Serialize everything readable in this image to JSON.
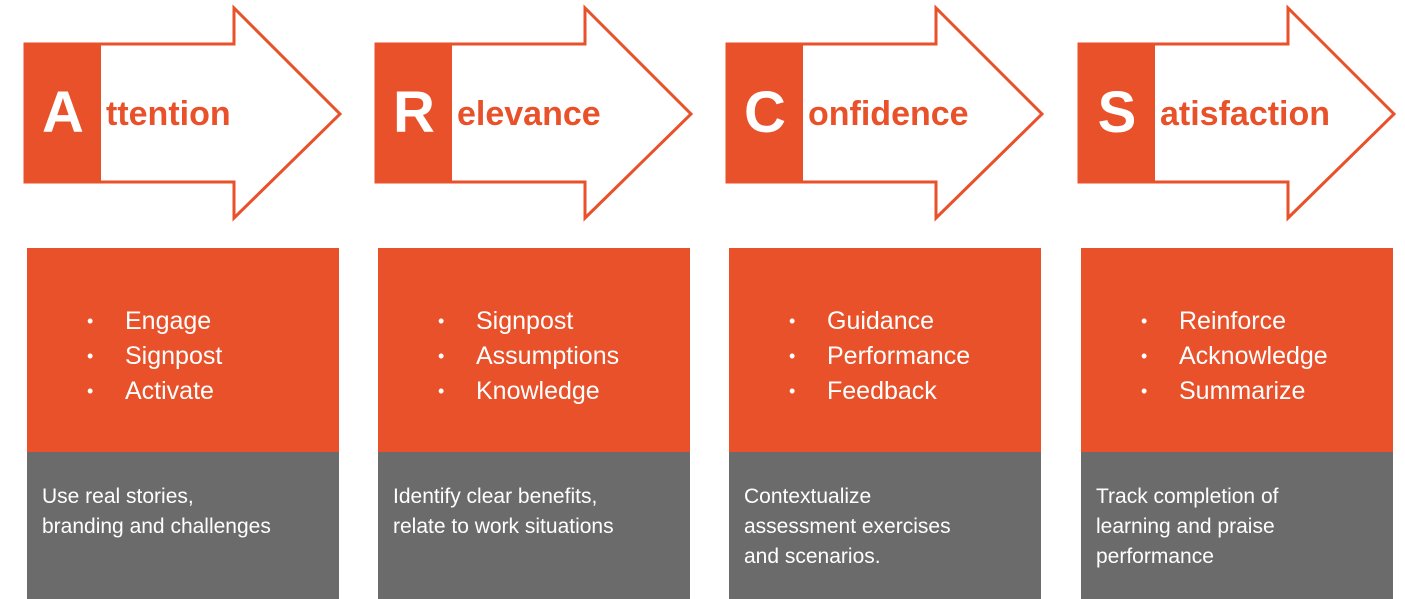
{
  "colors": {
    "accent": "#E8512A",
    "gray": "#6B6B6B",
    "background": "#FFFFFF"
  },
  "stages": [
    {
      "letter": "A",
      "word_rest": "ttention",
      "bullets": [
        "Engage",
        "Signpost",
        "Activate"
      ],
      "description_lines": [
        "Use real stories,",
        "branding and challenges"
      ]
    },
    {
      "letter": "R",
      "word_rest": "elevance",
      "bullets": [
        "Signpost",
        "Assumptions",
        "Knowledge"
      ],
      "description_lines": [
        "Identify clear benefits,",
        "relate to work situations"
      ]
    },
    {
      "letter": "C",
      "word_rest": "onfidence",
      "bullets": [
        "Guidance",
        "Performance",
        "Feedback"
      ],
      "description_lines": [
        "Contextualize",
        "assessment exercises",
        "and scenarios."
      ]
    },
    {
      "letter": "S",
      "word_rest": "atisfaction",
      "bullets": [
        "Reinforce",
        "Acknowledge",
        "Summarize"
      ],
      "description_lines": [
        "Track completion of",
        "learning and praise",
        "performance"
      ]
    }
  ]
}
